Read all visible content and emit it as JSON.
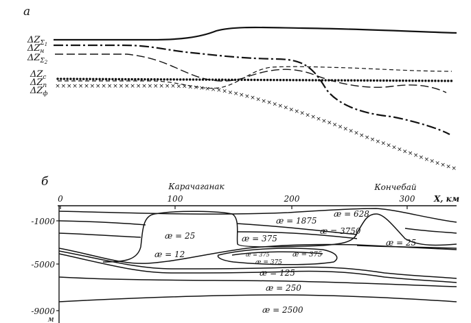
{
  "panel_a": {
    "label": "а",
    "curves": [
      {
        "key": "dz_sigma1",
        "label_main": "ΔZ",
        "label_sub": "Σ",
        "label_subsub": "1",
        "style": "solid"
      },
      {
        "key": "dz_n",
        "label_main": "ΔZ",
        "label_sub": "н",
        "style": "dashdot"
      },
      {
        "key": "dz_sigma2",
        "label_main": "ΔZ",
        "label_sub": "Σ",
        "label_subsub": "2",
        "style": "longdash"
      },
      {
        "key": "dz_c",
        "label_main": "ΔZ",
        "label_sub": "с",
        "style": "dotted"
      },
      {
        "key": "dz_p",
        "label_main": "ΔZ",
        "label_sub": "п",
        "style": "dashed"
      },
      {
        "key": "dz_f",
        "label_main": "ΔZ",
        "label_sub": "ф",
        "style": "crosses"
      }
    ]
  },
  "panel_b": {
    "label": "б",
    "places": {
      "left": "Карачаганак",
      "right": "Кончебай"
    },
    "x_axis": {
      "ticks": [
        "0",
        "100",
        "200",
        "300"
      ],
      "label": "X, км"
    },
    "y_axis": {
      "ticks": [
        "-1000",
        "-5000",
        "-9000"
      ],
      "unit": "м"
    },
    "conductivity_labels": {
      "dome_left": "æ = 25",
      "dome_right": "æ = 25",
      "upper_1875": "æ = 1875",
      "upper_628": "æ = 628",
      "upper_3750": "æ = 3750",
      "mid_375": "æ = 375",
      "low_12": "æ = 12",
      "lens_375a": "æ = 375",
      "lens_375b": "æ = 375",
      "lens_375c": "æ = 375",
      "layer_125": "æ = 125",
      "layer_250": "æ = 250",
      "layer_2500": "æ = 2500"
    }
  }
}
